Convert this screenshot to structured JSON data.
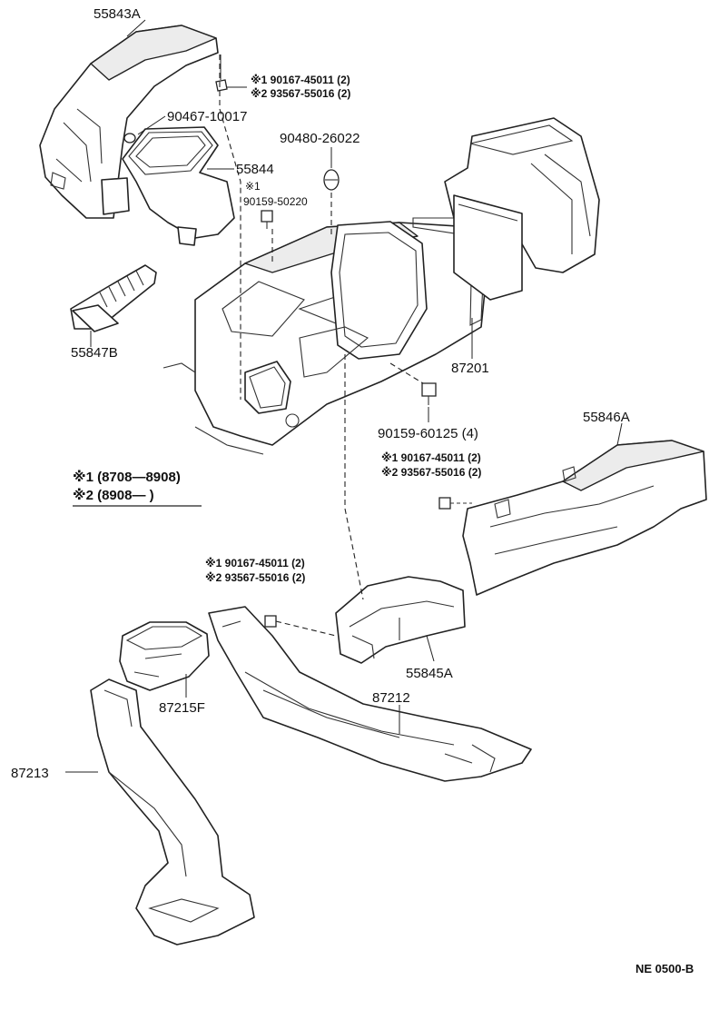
{
  "labels": {
    "p55843A": "55843A",
    "p90467": "90467-10017",
    "p55844": "55844",
    "p90480": "90480-26022",
    "p90159_50220": "90159-50220",
    "p55847B": "55847B",
    "p87201": "87201",
    "p90159_60125": "90159-60125 (4)",
    "p55846A": "55846A",
    "p55845A": "55845A",
    "p87215F": "87215F",
    "p87212": "87212",
    "p87213": "87213"
  },
  "callouts": {
    "top_1": "※1 90167-45011 (2)",
    "top_2": "※2 93567-55016 (2)",
    "mark_1": "※1",
    "right_1": "※1 90167-45011 (2)",
    "right_2": "※2 93567-55016 (2)",
    "mid_1": "※1 90167-45011 (2)",
    "mid_2": "※2 93567-55016 (2)"
  },
  "legend": {
    "line1": "※1 (8708—8908)",
    "line2": "※2 (8908—        )"
  },
  "footer": {
    "code": "NE  0500-B"
  }
}
